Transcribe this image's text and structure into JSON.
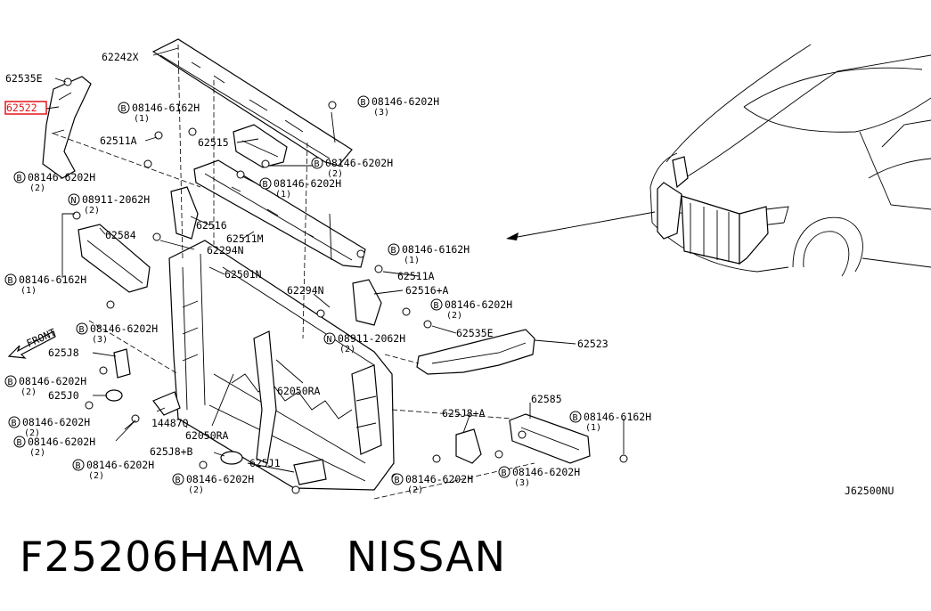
{
  "diagram": {
    "code": "J62500NU",
    "front_label": "FRONT",
    "highlight_color": "#e0151a",
    "callouts": {
      "c62242x": "62242X",
      "c62535e_a": "62535E",
      "c62522": "62522",
      "c62511a_a": "62511A",
      "c62515": "62515",
      "c62516": "62516",
      "c62584": "62584",
      "c62294n_a": "62294N",
      "c62511m": "62511M",
      "c62501n": "62501N",
      "c62294n_b": "62294N",
      "c62511a_b": "62511A",
      "c62516a": "62516+A",
      "c62535e_b": "62535E",
      "c62523": "62523",
      "c625j8": "625J8",
      "c625j0": "625J0",
      "c14487q": "14487Q",
      "c62050ra_a": "62050RA",
      "c62050ra_b": "62050RA",
      "c625j8b": "625J8+B",
      "c625j1": "625J1",
      "c625j8a": "625J8+A",
      "c62585": "62585"
    },
    "fasteners": {
      "f1": {
        "part": "08146-6162H",
        "qty": "(1)"
      },
      "f2": {
        "part": "08146-6202H",
        "qty": "(3)"
      },
      "f3": {
        "part": "08146-6202H",
        "qty": "(2)"
      },
      "f4": {
        "part": "08146-6202H",
        "qty": "(1)"
      },
      "f5": {
        "part": "08146-6202H",
        "qty": "(2)"
      },
      "f6": {
        "part": "08911-2062H",
        "qty": "(2)"
      },
      "f7": {
        "part": "08146-6162H",
        "qty": "(1)"
      },
      "f8": {
        "part": "08146-6162H",
        "qty": "(1)"
      },
      "f9": {
        "part": "08146-6202H",
        "qty": "(2)"
      },
      "f10": {
        "part": "08146-6202H",
        "qty": "(3)"
      },
      "f11": {
        "part": "08911-2062H",
        "qty": "(2)"
      },
      "f12": {
        "part": "08146-6202H",
        "qty": "(2)"
      },
      "f13": {
        "part": "08146-6202H",
        "qty": "(2)"
      },
      "f14": {
        "part": "08146-6202H",
        "qty": "(2)"
      },
      "f15": {
        "part": "08146-6162H",
        "qty": "(1)"
      },
      "f16": {
        "part": "08146-6202H",
        "qty": "(2)"
      },
      "f17": {
        "part": "08146-6202H",
        "qty": "(2)"
      },
      "f18": {
        "part": "08146-6202H",
        "qty": "(2)"
      },
      "f19": {
        "part": "08146-6202H",
        "qty": "(3)"
      }
    }
  },
  "footer": {
    "part_number": "F25206HAMA",
    "brand": "NISSAN"
  }
}
